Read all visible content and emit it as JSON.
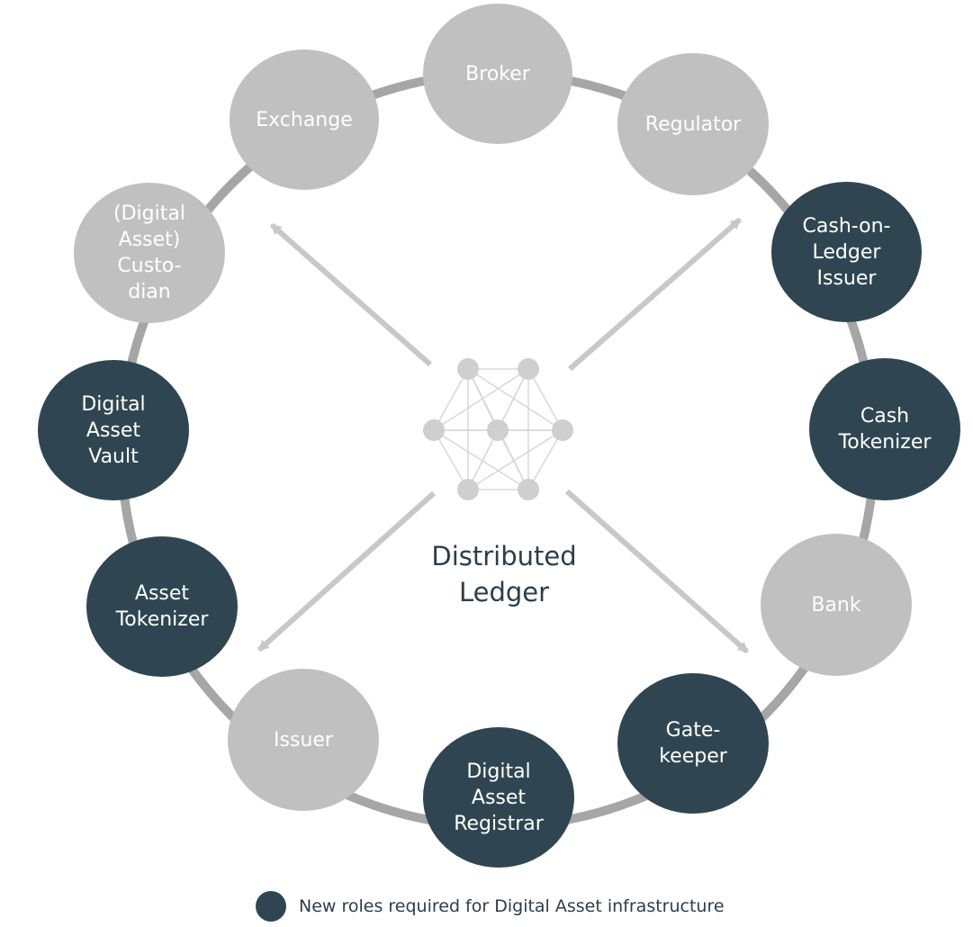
{
  "center": {
    "title": "Distributed\nLedger"
  },
  "roles": [
    {
      "label": "Broker",
      "kind": "existing"
    },
    {
      "label": "Regulator",
      "kind": "existing"
    },
    {
      "label": "Cash-on-\nLedger\nIssuer",
      "kind": "new"
    },
    {
      "label": "Cash\nTokenizer",
      "kind": "new"
    },
    {
      "label": "Bank",
      "kind": "existing"
    },
    {
      "label": "Gate-\nkeeper",
      "kind": "new"
    },
    {
      "label": "Digital\nAsset\nRegistrar",
      "kind": "new"
    },
    {
      "label": "Issuer",
      "kind": "existing"
    },
    {
      "label": "Asset\nTokenizer",
      "kind": "new"
    },
    {
      "label": "Digital\nAsset\nVault",
      "kind": "new"
    },
    {
      "label": "(Digital\nAsset)\nCusto-\ndian",
      "kind": "existing"
    },
    {
      "label": "Exchange",
      "kind": "existing"
    }
  ],
  "legend": {
    "label": "New roles required for Digital Asset infrastructure"
  },
  "colors": {
    "existing_role": "#c0c0c0",
    "new_role": "#2f4652",
    "ring": "#a6a6a6",
    "arrow": "#c8c8c8",
    "network": "#cfcfcf"
  },
  "icons": [
    "network-graph-icon",
    "arrow-icon"
  ]
}
